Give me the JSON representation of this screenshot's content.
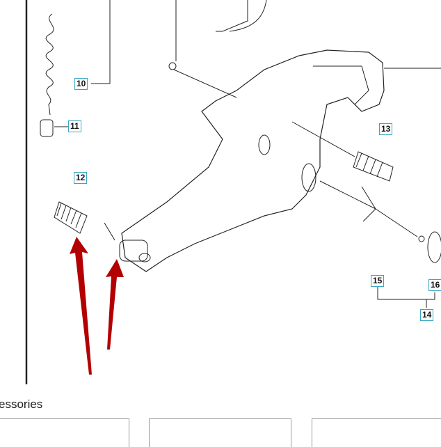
{
  "diagram": {
    "callouts": [
      "10",
      "11",
      "12",
      "13",
      "14",
      "15",
      "16"
    ],
    "arrow_color": "#b30000",
    "callout_border_color": "#3aa6c4"
  },
  "section": {
    "title": "essories"
  }
}
